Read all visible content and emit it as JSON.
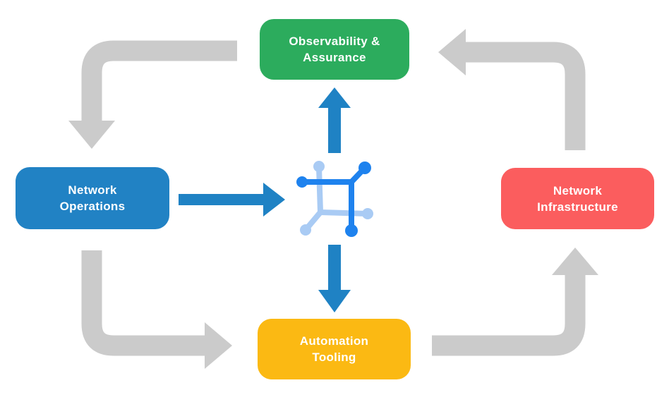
{
  "diagram": {
    "background_color": "#ffffff",
    "nodes": {
      "observability": {
        "line1": "Observability &",
        "line2": "Assurance",
        "color": "#2cac5d"
      },
      "operations": {
        "line1": "Network",
        "line2": "Operations",
        "color": "#2182c4"
      },
      "infrastructure": {
        "line1": "Network",
        "line2": "Infrastructure",
        "color": "#fb5d5e"
      },
      "automation": {
        "line1": "Automation",
        "line2": "Tooling",
        "color": "#fbb913"
      }
    },
    "arrows": {
      "gray_color": "#cbcbcb",
      "blue_color": "#1f82c4",
      "gray_flow": [
        "observability-to-operations",
        "operations-to-automation",
        "automation-to-infrastructure",
        "infrastructure-to-observability"
      ],
      "blue_flow": [
        "operations-to-center",
        "center-to-observability",
        "center-to-automation"
      ]
    },
    "center_icon": {
      "name": "network-automation-icon",
      "color_dark": "#1e82ee",
      "color_light": "#a9cbf4"
    }
  }
}
